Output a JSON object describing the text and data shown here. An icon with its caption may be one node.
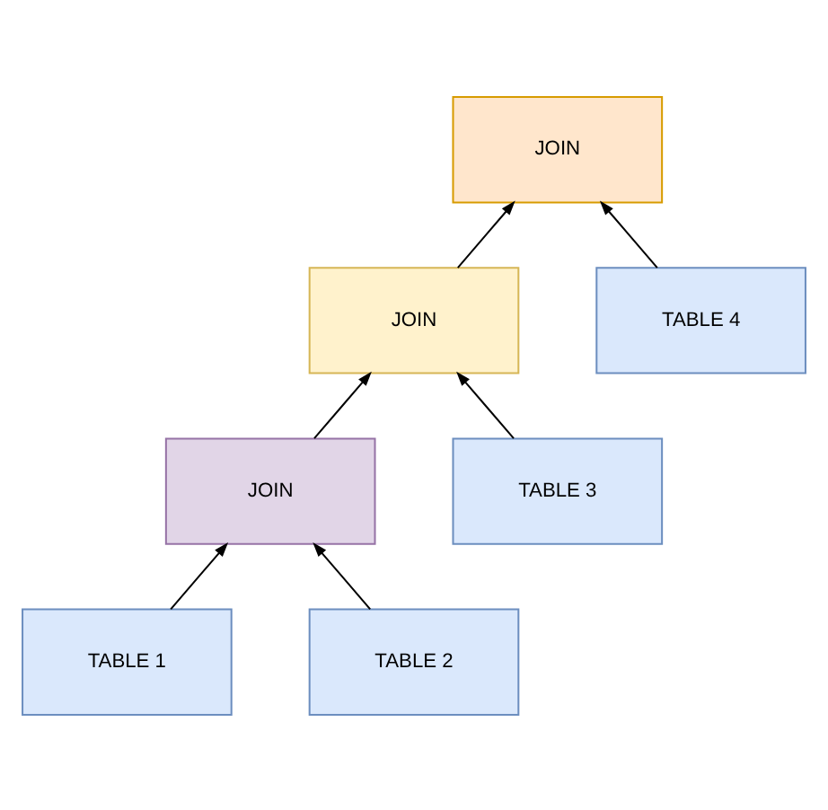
{
  "diagram": {
    "nodes": [
      {
        "text": [
          "JOIN"
        ]
      },
      {
        "text": [
          "JOIN"
        ]
      },
      {
        "text": [
          "TABLE 4"
        ]
      },
      {
        "text": [
          "JOIN"
        ]
      },
      {
        "text": [
          "TABLE 3"
        ]
      },
      {
        "text": [
          "TABLE 1"
        ]
      },
      {
        "text": [
          "TABLE 2"
        ]
      }
    ],
    "edges": [
      {
        "from": 1,
        "to": 0,
        "arrow": "to"
      },
      {
        "from": 2,
        "to": 0,
        "arrow": "to"
      },
      {
        "from": 3,
        "to": 1,
        "arrow": "to"
      },
      {
        "from": 4,
        "to": 1,
        "arrow": "to"
      },
      {
        "from": 5,
        "to": 3,
        "arrow": "to"
      },
      {
        "from": 6,
        "to": 3,
        "arrow": "to"
      }
    ]
  }
}
